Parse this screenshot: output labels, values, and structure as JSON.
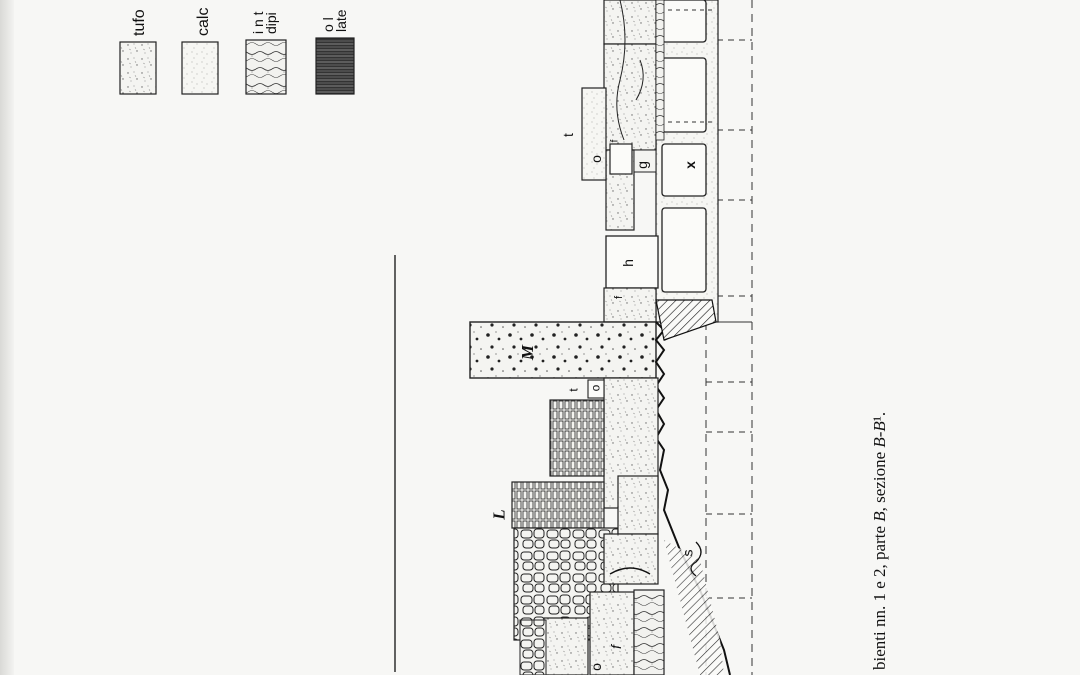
{
  "legend": {
    "items": [
      {
        "label": "tufo"
      },
      {
        "label": "calc"
      },
      {
        "label": "i n t",
        "sublabel": "dipi"
      },
      {
        "label": "o l",
        "sublabel": "late"
      }
    ]
  },
  "caption": {
    "prefix": "bienti nn. 1 e 2, parte ",
    "part": "B",
    "middle": ", sezione ",
    "section": "B-B",
    "suffix": "¹."
  },
  "section_labels": {
    "t_top": "t",
    "o_top": "o",
    "f_top": "f",
    "g": "g",
    "x": "x",
    "h": "h",
    "f_mid": "f",
    "M": "M",
    "t_mid": "t",
    "o_mid": "o",
    "L": "L",
    "s": "s",
    "f_low": "f",
    "o_low": "o"
  }
}
